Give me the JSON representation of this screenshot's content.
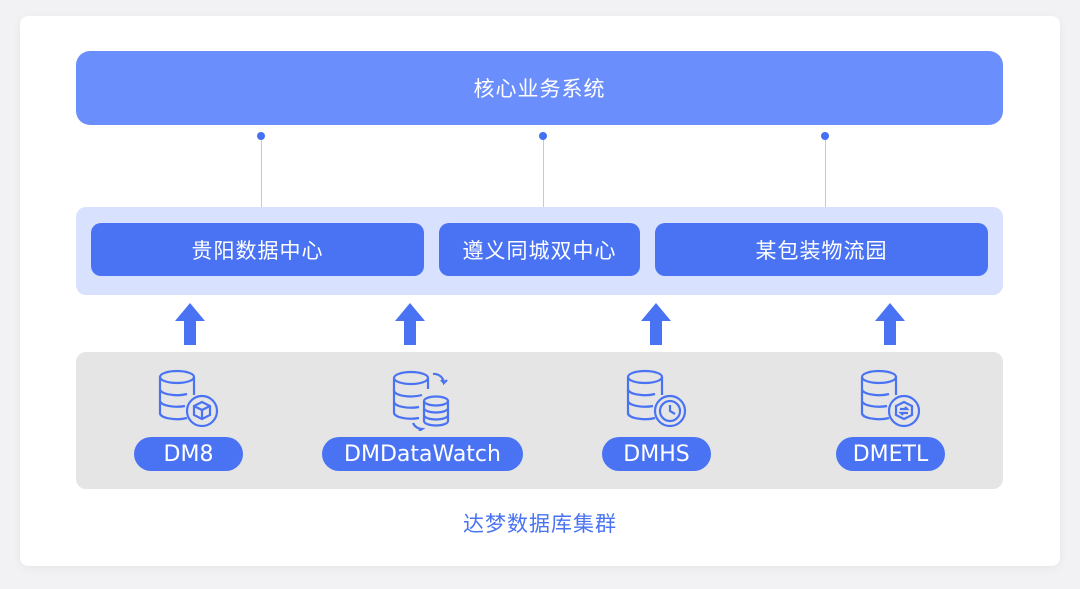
{
  "core_system": {
    "label": "核心业务系统"
  },
  "data_centers": [
    {
      "label": "贵阳数据中心"
    },
    {
      "label": "遵义同城双中心"
    },
    {
      "label": "某包装物流园"
    }
  ],
  "cluster": {
    "label": "达梦数据库集群",
    "products": [
      {
        "label": "DM8",
        "icon": "database-cube-icon"
      },
      {
        "label": "DMDataWatch",
        "icon": "database-sync-icon"
      },
      {
        "label": "DMHS",
        "icon": "database-clock-icon"
      },
      {
        "label": "DMETL",
        "icon": "database-transfer-icon"
      }
    ]
  },
  "colors": {
    "core_bg": "#6b8efd",
    "accent": "#4a73f4",
    "dc_panel_bg": "#d8e1fd",
    "cluster_panel_bg": "#e5e5e5"
  }
}
